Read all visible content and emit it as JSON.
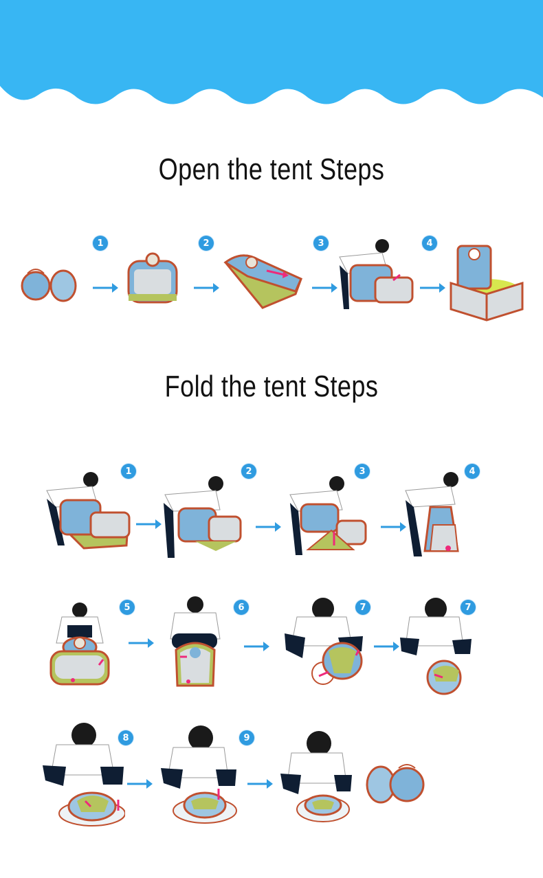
{
  "page": {
    "open_title": "Open the tent Steps",
    "fold_title": "Fold the tent Steps"
  },
  "open_steps": [
    {
      "number": "1"
    },
    {
      "number": "2"
    },
    {
      "number": "3"
    },
    {
      "number": "4"
    }
  ],
  "fold_steps": [
    {
      "number": "1"
    },
    {
      "number": "2"
    },
    {
      "number": "3"
    },
    {
      "number": "4"
    },
    {
      "number": "5"
    },
    {
      "number": "6"
    },
    {
      "number": "7"
    },
    {
      "number": "7"
    },
    {
      "number": "8"
    },
    {
      "number": "9"
    }
  ],
  "colors": {
    "banner": "#38b6f3",
    "badge": "#2f9be0",
    "arrow": "#2f9be0",
    "tent_blue": "#7fb3d9",
    "tent_green": "#b5c45e",
    "tent_border": "#c0502f",
    "accent_pink": "#ee2a7b",
    "shirt": "#ffffff",
    "pants": "#0f1e33"
  }
}
